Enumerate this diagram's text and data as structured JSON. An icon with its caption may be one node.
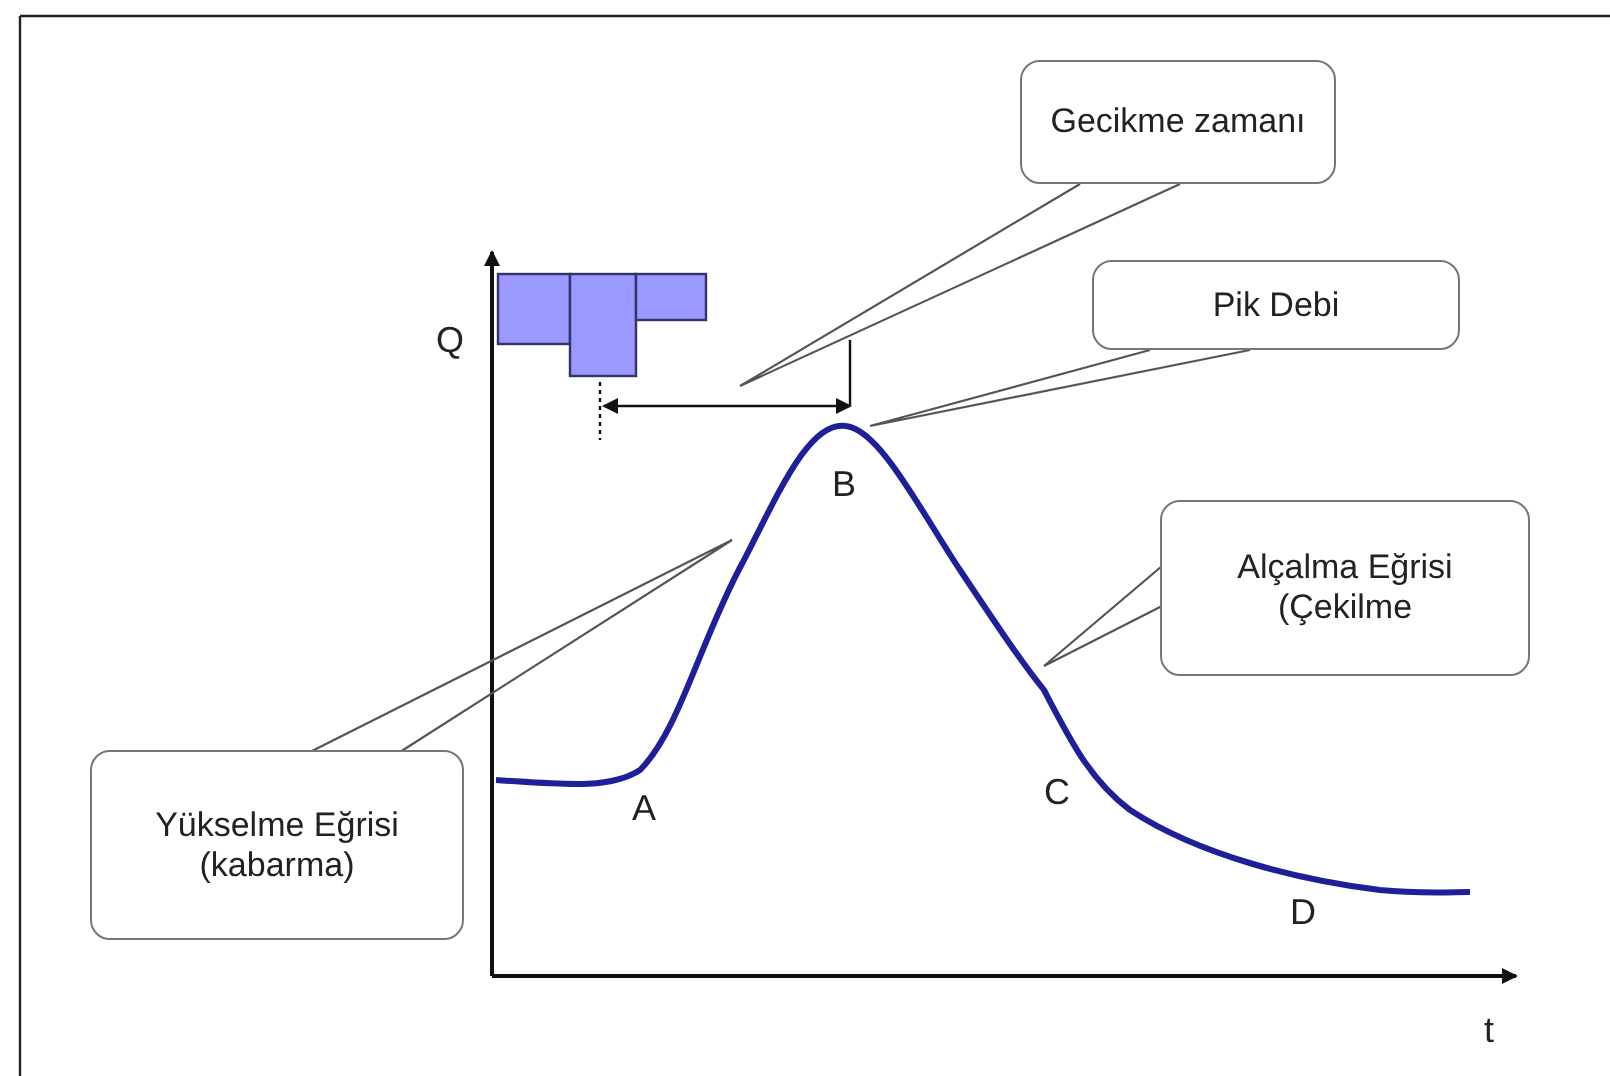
{
  "diagram": {
    "nodes": [
      {
        "text": [
          "Gecikme zamanı"
        ]
      },
      {
        "text": [
          "Pik Debi"
        ]
      },
      {
        "text": [
          "Alçalma Eğrisi (Çekilme"
        ]
      },
      {
        "text": [
          "Yükselme Eğrisi (kabarma)"
        ]
      }
    ],
    "edges": [
      {
        "from": 0,
        "to": null,
        "arrow": "none"
      },
      {
        "from": 1,
        "to": null,
        "arrow": "none"
      },
      {
        "from": 2,
        "to": null,
        "arrow": "none"
      },
      {
        "from": 3,
        "to": null,
        "arrow": "none"
      }
    ],
    "labels": [
      "Q",
      "B",
      "A",
      "C",
      "D",
      "t"
    ]
  }
}
